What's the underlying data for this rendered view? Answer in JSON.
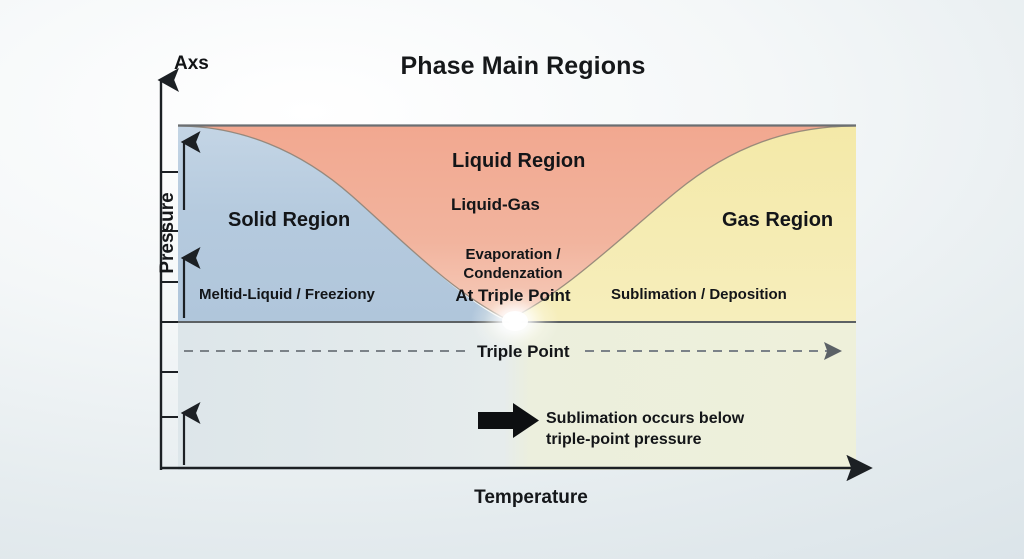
{
  "figure": {
    "title": "Phase Main Regions",
    "y_axis_marker": "Axs",
    "y_axis_label": "Pressure",
    "x_axis_label": "Temperature"
  },
  "regions": {
    "solid": {
      "name": "Solid Region",
      "transition": "Meltid-Liquid / Freeziony",
      "color": "#b5cade"
    },
    "liquid": {
      "name": "Liquid Region",
      "subtitle": "Liquid-Gas",
      "color": "#f0a68f"
    },
    "gas": {
      "name": "Gas Region",
      "transition": "Sublimation / Deposition",
      "color": "#f5ecb2"
    }
  },
  "annotations": {
    "evaporation_line1": "Evaporation /",
    "evaporation_line2": "Condenzation",
    "triple_point_inline": "At Triple Point",
    "triple_point_dashed": "Triple Point",
    "sublimation_note_line1": "Sublimation occurs below",
    "sublimation_note_line2": "triple-point pressure",
    "arrow_icon": "right-arrow-icon"
  },
  "chart_data": {
    "type": "area",
    "title": "Phase Main Regions",
    "xlabel": "Temperature",
    "ylabel": "Pressure",
    "grid": false,
    "legend": null,
    "xlim": [
      0,
      1
    ],
    "ylim": [
      0,
      1
    ],
    "series": [
      {
        "name": "Solid Region",
        "color": "#b5cade",
        "description": "Low-temperature region left of the fusion curve, spanning full pressure range above the triple point line",
        "x_span": [
          0.0,
          0.52
        ]
      },
      {
        "name": "Liquid Region",
        "color": "#f0a68f",
        "description": "Upper middle region bounded below by the vaporization curve and the fusion curve, narrowing to the triple point",
        "x_span": [
          0.1,
          0.95
        ]
      },
      {
        "name": "Gas Region",
        "color": "#f5ecb2",
        "description": "High-temperature region right of the vaporization curve",
        "x_span": [
          0.5,
          1.0
        ]
      }
    ],
    "boundaries": [
      {
        "name": "fusion-curve",
        "from": "Solid Region",
        "to": "Liquid Region",
        "label": "Meltid-Liquid / Freeziony"
      },
      {
        "name": "vaporization-curve",
        "from": "Liquid Region",
        "to": "Gas Region",
        "label": "Evaporation / Condenzation"
      },
      {
        "name": "sublimation-curve",
        "from": "Solid Region",
        "to": "Gas Region",
        "label": "Sublimation / Deposition"
      }
    ],
    "markers": [
      {
        "name": "Triple Point",
        "x": 0.5,
        "y": 0.0,
        "style": "glow"
      }
    ]
  }
}
